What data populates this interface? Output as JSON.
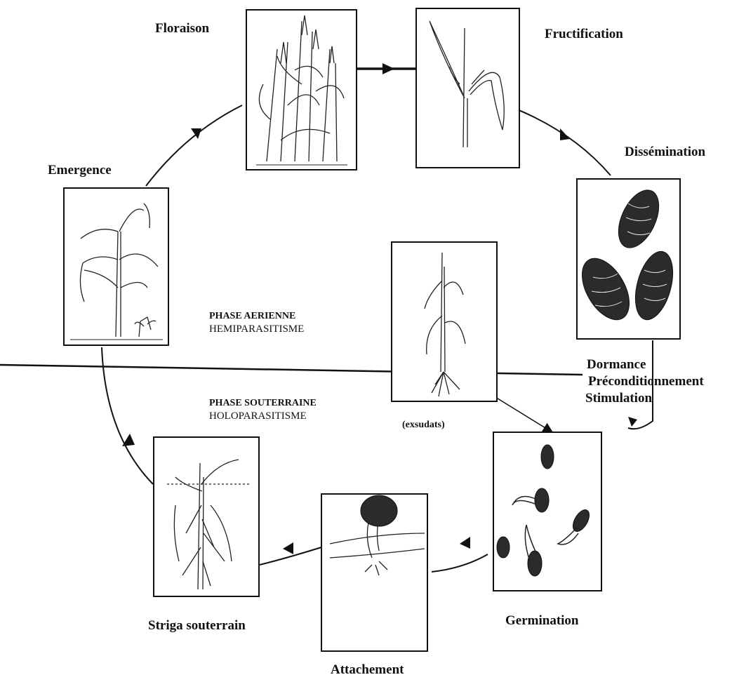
{
  "stages": {
    "floraison": "Floraison",
    "fructification": "Fructification",
    "dissemination": "Dissémination",
    "emergence": "Emergence",
    "germination": "Germination",
    "attachement": "Attachement",
    "striga_souterrain": "Striga souterrain"
  },
  "dormance_block": {
    "line1": "Dormance",
    "line2": "Préconditionnement",
    "line3": "Stimulation"
  },
  "exsudats": "(exsudats)",
  "phase_aerienne": {
    "title": "PHASE AERIENNE",
    "subtitle": "HEMIPARASITISME"
  },
  "phase_souterraine": {
    "title": "PHASE SOUTERRAINE",
    "subtitle": "HOLOPARASITISME"
  },
  "colors": {
    "ink": "#111111",
    "paper": "#ffffff",
    "seed_fill": "#2b2b2b"
  }
}
